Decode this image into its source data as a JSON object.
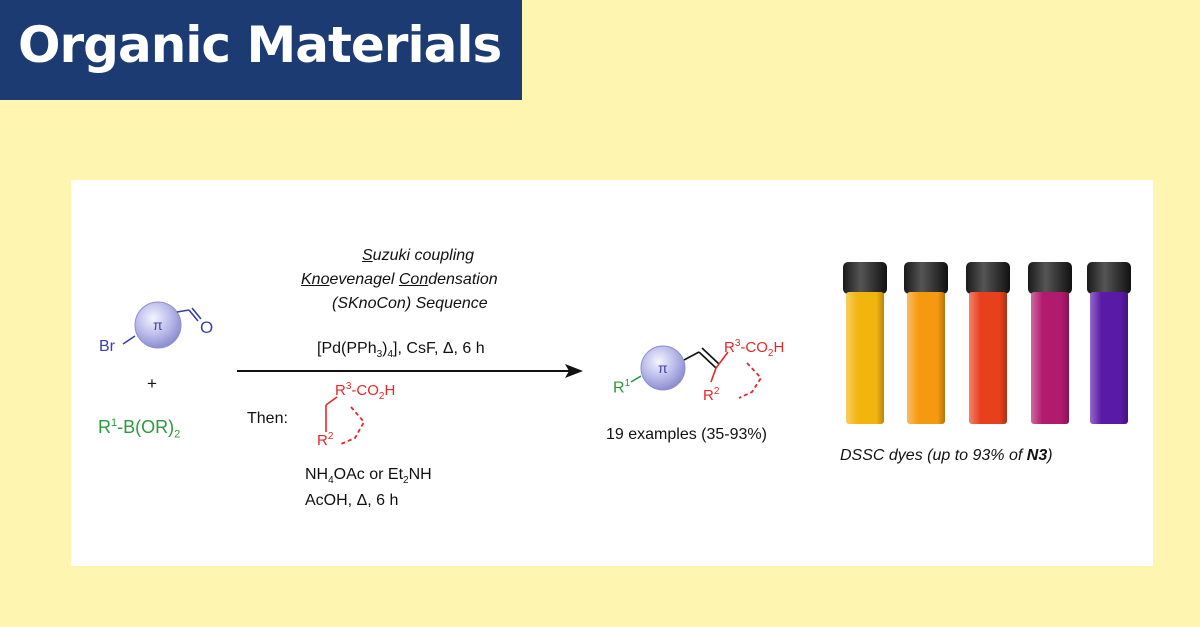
{
  "header": {
    "title": "Organic Materials"
  },
  "colors": {
    "banner": "#1c3b72",
    "background": "#fdf5b0",
    "reactant_blue": "#3b3fa8",
    "boronate_green": "#2c9a3c",
    "acid_red": "#e2282a",
    "vial_colors": [
      "#f2b40f",
      "#f59a10",
      "#e8401c",
      "#b21a6e",
      "#5a1aa8"
    ]
  },
  "scheme": {
    "reactant1": {
      "br": "Br",
      "pi": "π",
      "o": "O"
    },
    "plus": "+",
    "reactant2": {
      "r": "R",
      "sup": "1",
      "rest": "-B(OR)",
      "sub": "2"
    },
    "sequence": {
      "s_u": "S",
      "line1_rest": "uzuki coupling",
      "kno": "Kno",
      "line2_mid": "evenagel ",
      "con": "Con",
      "line2_end": "densation",
      "line3": "(SKnoCon) Sequence"
    },
    "conditions1": {
      "a": "[Pd(PPh",
      "sub1": "3",
      "b": ")",
      "sub2": "4",
      "c": "], CsF, Δ, 6 h"
    },
    "then": "Then:",
    "acid": {
      "r3": "R",
      "sup3": "3",
      "co2h_a": "-CO",
      "sub_2": "2",
      "co2h_b": "H",
      "r2": "R",
      "sup2": "2"
    },
    "conditions2": {
      "l1a": "NH",
      "l1sub1": "4",
      "l1b": "OAc or Et",
      "l1sub2": "2",
      "l1c": "NH",
      "l2": "AcOH, Δ, 6 h"
    },
    "product": {
      "r1": "R",
      "sup1": "1",
      "pi": "π",
      "r3": "R",
      "sup3": "3",
      "co2h_a": "-CO",
      "sub_2": "2",
      "co2h_b": "H",
      "r2": "R",
      "sup2": "2"
    },
    "examples": "19 examples (35-93%)",
    "dyes": {
      "a": "DSSC dyes (up to 93% of ",
      "b": "N3",
      "c": ")"
    }
  }
}
